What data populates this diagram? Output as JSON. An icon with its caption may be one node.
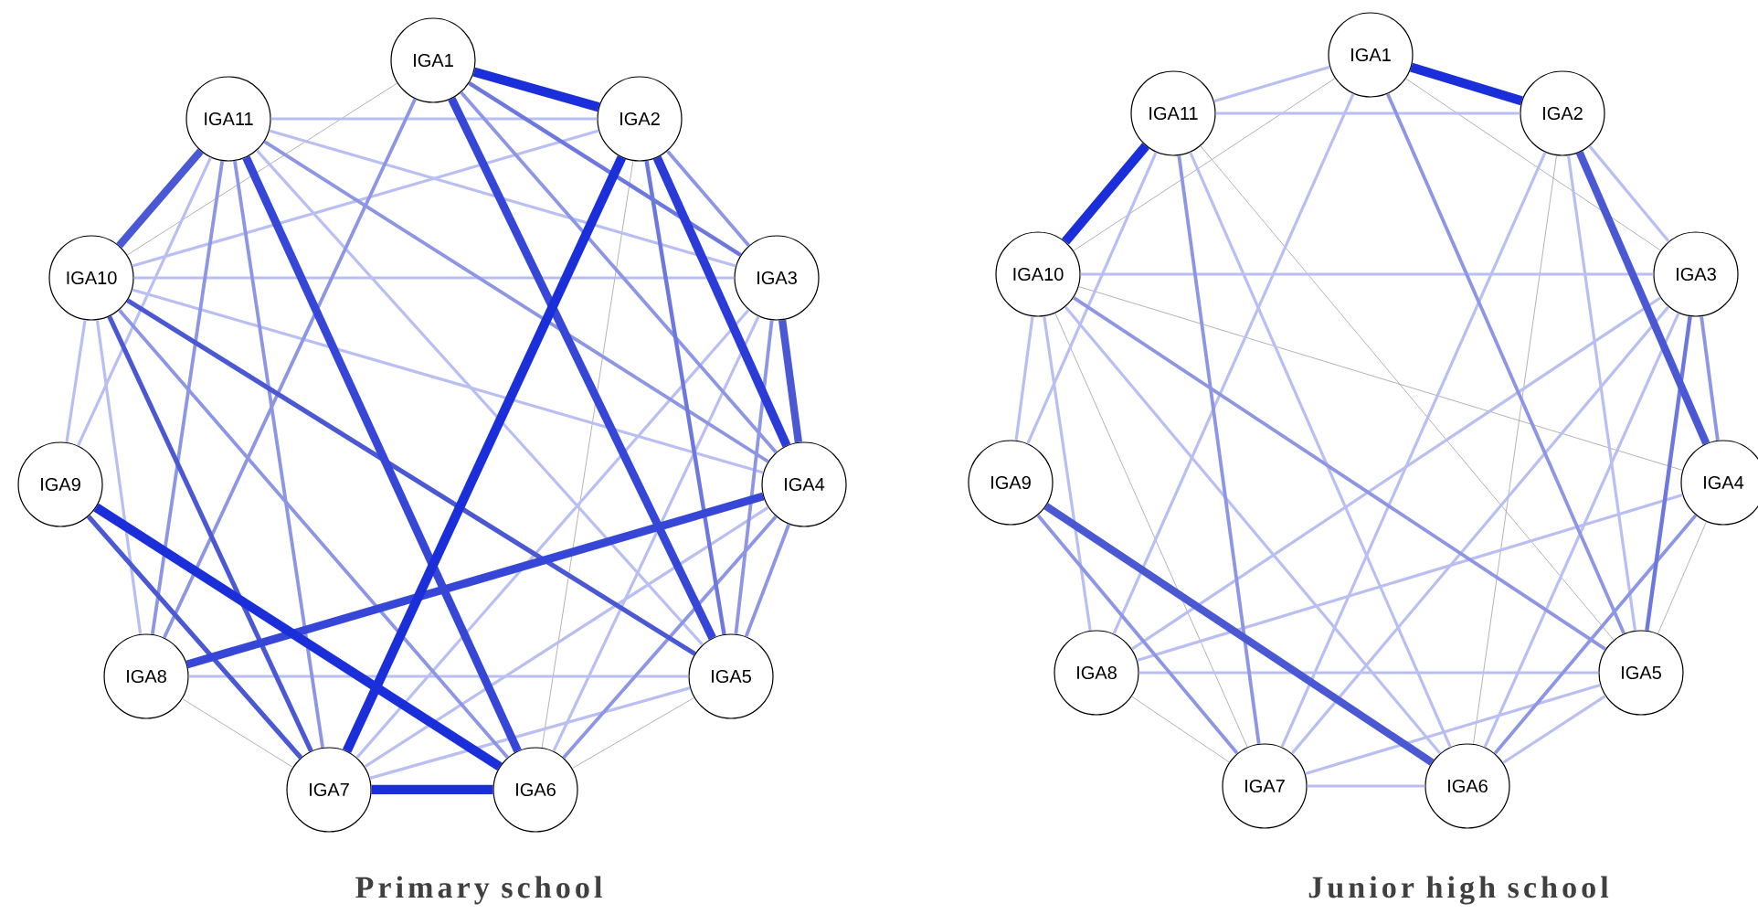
{
  "diagram": {
    "nodes": [
      {
        "text": [
          "IGA1"
        ]
      },
      {
        "text": [
          "IGA2"
        ]
      },
      {
        "text": [
          "IGA3"
        ]
      },
      {
        "text": [
          "IGA4"
        ]
      },
      {
        "text": [
          "IGA5"
        ]
      },
      {
        "text": [
          "IGA6"
        ]
      },
      {
        "text": [
          "IGA7"
        ]
      },
      {
        "text": [
          "IGA8"
        ]
      },
      {
        "text": [
          "IGA9"
        ]
      },
      {
        "text": [
          "IGA10"
        ]
      },
      {
        "text": [
          "IGA11"
        ]
      },
      {
        "text": [
          "IGA1"
        ]
      },
      {
        "text": [
          "IGA2"
        ]
      },
      {
        "text": [
          "IGA3"
        ]
      },
      {
        "text": [
          "IGA4"
        ]
      },
      {
        "text": [
          "IGA5"
        ]
      },
      {
        "text": [
          "IGA6"
        ]
      },
      {
        "text": [
          "IGA7"
        ]
      },
      {
        "text": [
          "IGA8"
        ]
      },
      {
        "text": [
          "IGA9"
        ]
      },
      {
        "text": [
          "IGA10"
        ]
      },
      {
        "text": [
          "IGA11"
        ]
      }
    ],
    "edges": [
      {
        "from": 0,
        "to": 1,
        "arrow": "none",
        "style": "thick",
        "color": "#1a2fd9"
      },
      {
        "from": 0,
        "to": 4,
        "arrow": "none",
        "style": "thick",
        "color": "#3646d6"
      },
      {
        "from": 0,
        "to": 2,
        "arrow": "none",
        "color": "#6c78de"
      },
      {
        "from": 0,
        "to": 3,
        "arrow": "none",
        "color": "#8c96e4"
      },
      {
        "from": 0,
        "to": 7,
        "arrow": "none",
        "color": "#8c96e4"
      },
      {
        "from": 0,
        "to": 9,
        "arrow": "none",
        "color": "#a0a0a0"
      },
      {
        "from": 1,
        "to": 6,
        "arrow": "none",
        "style": "thick",
        "color": "#1a2fd9"
      },
      {
        "from": 1,
        "to": 3,
        "arrow": "none",
        "style": "thick",
        "color": "#2a3bd8"
      },
      {
        "from": 1,
        "to": 2,
        "arrow": "none",
        "color": "#8c96e4"
      },
      {
        "from": 1,
        "to": 4,
        "arrow": "none",
        "color": "#6c78de"
      },
      {
        "from": 1,
        "to": 9,
        "arrow": "none"
      },
      {
        "from": 1,
        "to": 10,
        "arrow": "none"
      },
      {
        "from": 1,
        "to": 5,
        "arrow": "none",
        "color": "#a0a0a0"
      },
      {
        "from": 2,
        "to": 3,
        "arrow": "none",
        "style": "thick",
        "color": "#4a58d4"
      },
      {
        "from": 2,
        "to": 9,
        "arrow": "none"
      },
      {
        "from": 2,
        "to": 10,
        "arrow": "none"
      },
      {
        "from": 2,
        "to": 6,
        "arrow": "none"
      },
      {
        "from": 2,
        "to": 5,
        "arrow": "none"
      },
      {
        "from": 2,
        "to": 4,
        "arrow": "none",
        "color": "#8c96e4"
      },
      {
        "from": 3,
        "to": 7,
        "arrow": "none",
        "style": "thick",
        "color": "#3646d6"
      },
      {
        "from": 3,
        "to": 10,
        "arrow": "none",
        "color": "#8c96e4"
      },
      {
        "from": 3,
        "to": 9,
        "arrow": "none"
      },
      {
        "from": 3,
        "to": 6,
        "arrow": "none"
      },
      {
        "from": 3,
        "to": 5,
        "arrow": "none",
        "color": "#8c96e4"
      },
      {
        "from": 3,
        "to": 4,
        "arrow": "none",
        "color": "#8c96e4"
      },
      {
        "from": 4,
        "to": 9,
        "arrow": "none",
        "color": "#4a58d4"
      },
      {
        "from": 4,
        "to": 10,
        "arrow": "none"
      },
      {
        "from": 4,
        "to": 7,
        "arrow": "none"
      },
      {
        "from": 4,
        "to": 6,
        "arrow": "none"
      },
      {
        "from": 4,
        "to": 5,
        "arrow": "none",
        "color": "#a0a0a0"
      },
      {
        "from": 5,
        "to": 8,
        "arrow": "none",
        "style": "thick",
        "color": "#1a2fd9"
      },
      {
        "from": 5,
        "to": 6,
        "arrow": "none",
        "style": "thick",
        "color": "#1a2fd9"
      },
      {
        "from": 5,
        "to": 10,
        "arrow": "none",
        "style": "thick",
        "color": "#3646d6"
      },
      {
        "from": 5,
        "to": 9,
        "arrow": "none",
        "color": "#8c96e4"
      },
      {
        "from": 6,
        "to": 9,
        "arrow": "none",
        "color": "#4a58d4"
      },
      {
        "from": 6,
        "to": 8,
        "arrow": "none",
        "color": "#4a58d4"
      },
      {
        "from": 6,
        "to": 10,
        "arrow": "none",
        "color": "#8c96e4"
      },
      {
        "from": 6,
        "to": 7,
        "arrow": "none",
        "color": "#a0a0a0"
      },
      {
        "from": 7,
        "to": 10,
        "arrow": "none",
        "color": "#8c96e4"
      },
      {
        "from": 7,
        "to": 9,
        "arrow": "none"
      },
      {
        "from": 8,
        "to": 9,
        "arrow": "none"
      },
      {
        "from": 8,
        "to": 10,
        "arrow": "none"
      },
      {
        "from": 9,
        "to": 10,
        "arrow": "none",
        "style": "thick",
        "color": "#4a58d4"
      },
      {
        "from": 11,
        "to": 12,
        "arrow": "none",
        "style": "thick",
        "color": "#1a2fd9"
      },
      {
        "from": 11,
        "to": 15,
        "arrow": "none",
        "color": "#8c96e4"
      },
      {
        "from": 11,
        "to": 21,
        "arrow": "none"
      },
      {
        "from": 11,
        "to": 18,
        "arrow": "none"
      },
      {
        "from": 11,
        "to": 20,
        "arrow": "none",
        "color": "#a0a0a0"
      },
      {
        "from": 11,
        "to": 13,
        "arrow": "none",
        "color": "#a0a0a0"
      },
      {
        "from": 12,
        "to": 14,
        "arrow": "none",
        "style": "thick",
        "color": "#4a58d4"
      },
      {
        "from": 12,
        "to": 21,
        "arrow": "none"
      },
      {
        "from": 12,
        "to": 13,
        "arrow": "none"
      },
      {
        "from": 12,
        "to": 17,
        "arrow": "none"
      },
      {
        "from": 12,
        "to": 15,
        "arrow": "none"
      },
      {
        "from": 12,
        "to": 16,
        "arrow": "none",
        "color": "#a0a0a0"
      },
      {
        "from": 13,
        "to": 15,
        "arrow": "none",
        "color": "#6c78de"
      },
      {
        "from": 13,
        "to": 14,
        "arrow": "none",
        "color": "#8c96e4"
      },
      {
        "from": 13,
        "to": 20,
        "arrow": "none"
      },
      {
        "from": 13,
        "to": 17,
        "arrow": "none"
      },
      {
        "from": 13,
        "to": 16,
        "arrow": "none"
      },
      {
        "from": 13,
        "to": 18,
        "arrow": "none"
      },
      {
        "from": 14,
        "to": 18,
        "arrow": "none"
      },
      {
        "from": 14,
        "to": 16,
        "arrow": "none",
        "color": "#8c96e4"
      },
      {
        "from": 14,
        "to": 20,
        "arrow": "none",
        "color": "#a0a0a0"
      },
      {
        "from": 14,
        "to": 15,
        "arrow": "none",
        "color": "#a0a0a0"
      },
      {
        "from": 15,
        "to": 20,
        "arrow": "none",
        "color": "#8c96e4"
      },
      {
        "from": 15,
        "to": 21,
        "arrow": "none",
        "color": "#a0a0a0"
      },
      {
        "from": 15,
        "to": 18,
        "arrow": "none"
      },
      {
        "from": 15,
        "to": 17,
        "arrow": "none"
      },
      {
        "from": 15,
        "to": 16,
        "arrow": "none"
      },
      {
        "from": 16,
        "to": 19,
        "arrow": "none",
        "style": "thick",
        "color": "#4a58d4"
      },
      {
        "from": 16,
        "to": 21,
        "arrow": "none"
      },
      {
        "from": 16,
        "to": 20,
        "arrow": "none"
      },
      {
        "from": 16,
        "to": 17,
        "arrow": "none"
      },
      {
        "from": 17,
        "to": 19,
        "arrow": "none",
        "color": "#8c96e4"
      },
      {
        "from": 17,
        "to": 21,
        "arrow": "none",
        "color": "#8c96e4"
      },
      {
        "from": 17,
        "to": 20,
        "arrow": "none",
        "color": "#a0a0a0"
      },
      {
        "from": 17,
        "to": 18,
        "arrow": "none",
        "color": "#a0a0a0"
      },
      {
        "from": 18,
        "to": 20,
        "arrow": "none"
      },
      {
        "from": 19,
        "to": 20,
        "arrow": "none"
      },
      {
        "from": 19,
        "to": 21,
        "arrow": "none"
      },
      {
        "from": 20,
        "to": 21,
        "arrow": "none",
        "style": "thick",
        "color": "#1a2fd9"
      }
    ],
    "labels": [
      "Primary school",
      "Junior high school"
    ]
  }
}
